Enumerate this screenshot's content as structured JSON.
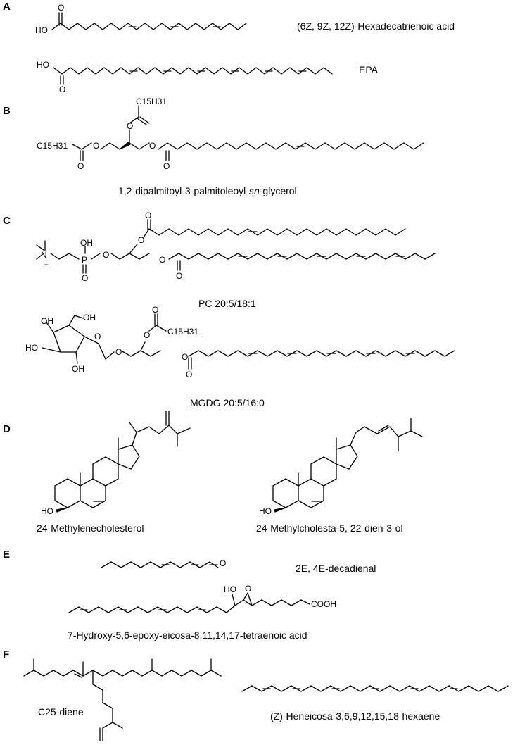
{
  "panels": {
    "A": {
      "letter": "A",
      "compound1": "(6Z, 9Z, 12Z)-Hexadecatrienoic acid",
      "compound2": "EPA",
      "atoms": {
        "oh1": "HO",
        "o1": "O",
        "oh2": "HO",
        "o2": "O"
      }
    },
    "B": {
      "letter": "B",
      "compound": "1,2-dipalmitoyl-3-palmitoleoyl-",
      "compound_sn": "sn",
      "compound_tail": "-glycerol",
      "atoms": {
        "acyl_top": "C15H31",
        "acyl_left": "C15H31",
        "o": "O"
      }
    },
    "C": {
      "letter": "C",
      "compound1": "PC 20:5/18:1",
      "compound2": "MGDG 20:5/16:0",
      "atoms": {
        "n": "N",
        "plus": "+",
        "p": "P",
        "oh": "OH",
        "o": "O",
        "acyl": "C15H31",
        "ho": "HO",
        "oh_sugar": "OH"
      }
    },
    "D": {
      "letter": "D",
      "compound1": "24-Methylenecholesterol",
      "compound2": "24-Methylcholesta-5, 22-dien-3-ol",
      "atoms": {
        "ho": "HO"
      }
    },
    "E": {
      "letter": "E",
      "compound1": "2E, 4E-decadienal",
      "compound2": "7-Hydroxy-5,6-epoxy-eicosa-8,11,14,17-tetraenoic acid",
      "atoms": {
        "o": "O",
        "ho": "HO",
        "cooh": "COOH"
      }
    },
    "F": {
      "letter": "F",
      "compound1": "C25-diene",
      "compound2": "(Z)-Heneicosa-3,6,9,12,15,18-hexaene"
    }
  }
}
